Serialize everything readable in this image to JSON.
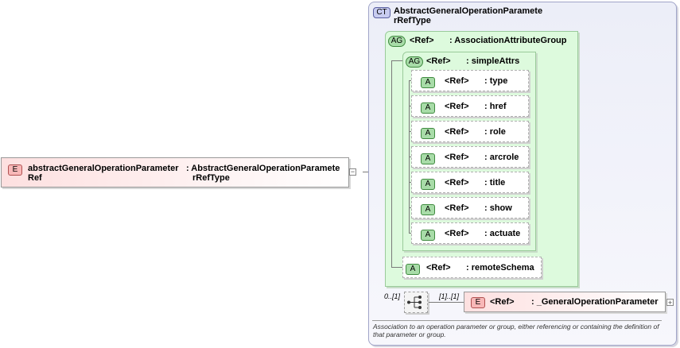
{
  "element": {
    "badge": "E",
    "name": "abstractGeneralOperationParameterRef",
    "name_line1": "abstractGeneralOperationParameter",
    "name_line2": "Ref",
    "type_line1": ": AbstractGeneralOperationParamete",
    "type_line2": "rRefType"
  },
  "complex_type": {
    "badge": "CT",
    "title_line1": "AbstractGeneralOperationParamete",
    "title_line2": "rRefType",
    "description": "Association to an operation parameter or group, either referencing or containing the definition of that parameter or group."
  },
  "association_group": {
    "badge": "AG",
    "ref": "<Ref>",
    "name": ": AssociationAttributeGroup"
  },
  "simple_attrs": {
    "badge": "AG",
    "ref": "<Ref>",
    "name": ": simpleAttrs",
    "attributes": [
      {
        "badge": "A",
        "ref": "<Ref>",
        "name": ": type"
      },
      {
        "badge": "A",
        "ref": "<Ref>",
        "name": ": href"
      },
      {
        "badge": "A",
        "ref": "<Ref>",
        "name": ": role"
      },
      {
        "badge": "A",
        "ref": "<Ref>",
        "name": ": arcrole"
      },
      {
        "badge": "A",
        "ref": "<Ref>",
        "name": ": title"
      },
      {
        "badge": "A",
        "ref": "<Ref>",
        "name": ": show"
      },
      {
        "badge": "A",
        "ref": "<Ref>",
        "name": ": actuate"
      }
    ]
  },
  "remote_schema": {
    "badge": "A",
    "ref": "<Ref>",
    "name": ": remoteSchema"
  },
  "sequence": {
    "cardinality": "0..[1]",
    "child_cardinality": "[1]..[1]",
    "child": {
      "badge": "E",
      "ref": "<Ref>",
      "name": ": _GeneralOperationParameter"
    }
  }
}
